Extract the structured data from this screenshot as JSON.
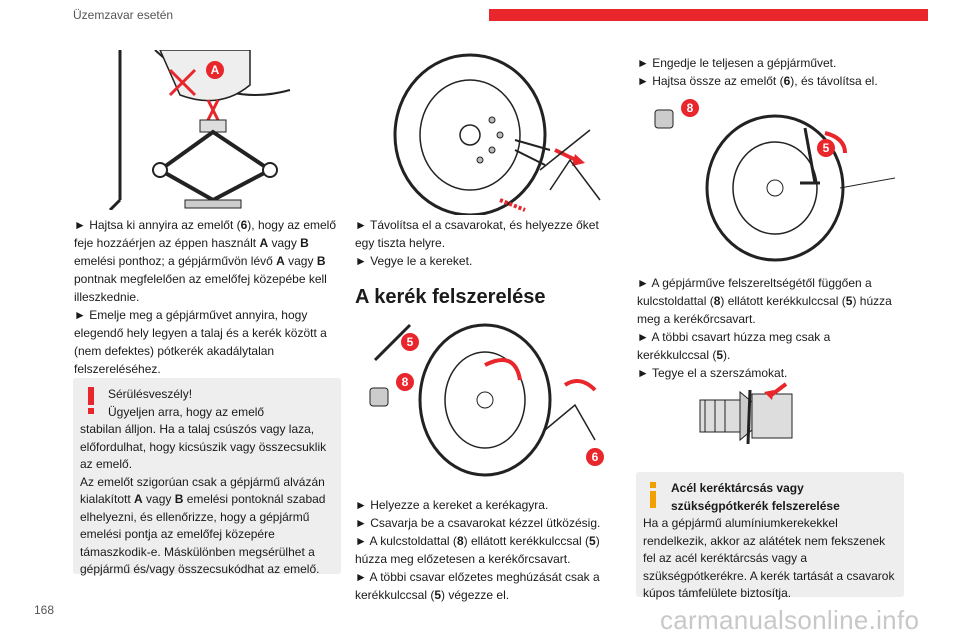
{
  "header": {
    "section_title": "Üzemzavar esetén",
    "accent_color": "#e8262b"
  },
  "page_number": "168",
  "col1": {
    "para": [
      "► Hajtsa ki annyira az emelőt (",
      "6",
      "), hogy az emelő feje hozzáérjen az éppen használt ",
      "A",
      " vagy ",
      "B",
      " emelési ponthoz; a gépjárművön lévő ",
      "A",
      " vagy ",
      "B",
      " pontnak megfelelően az emelőfej közepébe kell illeszkednie."
    ],
    "para2": "► Emelje meg a gépjárművet annyira, hogy elegendő hely legyen a talaj és a kerék között a (nem defektes) pótkerék akadálytalan felszereléséhez."
  },
  "warning_box": {
    "icon": "exclamation-icon",
    "title": "Sérülésveszély!",
    "line1": "Ügyeljen arra, hogy az emelő",
    "rest": "stabilan álljon. Ha a talaj csúszós vagy laza, előfordulhat, hogy kicsúszik vagy összecsuklik az emelő.",
    "para2": [
      "Az emelőt szigorúan csak a gépjármű alvázán kialakított ",
      "A",
      " vagy ",
      "B",
      " emelési pontoknál szabad elhelyezni, és ellenőrizze, hogy a gépjármű emelési pontja az emelőfej közepére támaszkodik-e. Máskülönben megsérülhet a gépjármű és/vagy összecsukódhat az emelő."
    ]
  },
  "col2": {
    "remove_bolts": "► Távolítsa el a csavarokat, és helyezze őket egy tiszta helyre.",
    "remove_wheel": "► Vegye le a kereket.",
    "heading": "A kerék felszerelése",
    "fit_wheel": "► Helyezze a kereket a kerékagyra.",
    "screw_bolts": "► Csavarja be a csavarokat kézzel ütközésig.",
    "pretighten": [
      "► A kulcstoldattal (",
      "8",
      ") ellátott kerékkulccsal (",
      "5",
      ") húzza meg előzetesen a kerékőrcsavart."
    ],
    "finish": [
      "► A többi csavar előzetes meghúzását csak a kerékkulccsal (",
      "5",
      ") végezze el."
    ]
  },
  "col3": {
    "lower": "► Engedje le teljesen a gépjárművet.",
    "fold": [
      "► Hajtsa össze az emelőt (",
      "6",
      "), és távolítsa el."
    ],
    "tighten_lock": [
      "► A gépjárműve felszereltségétől függően a kulcstoldattal (",
      "8",
      ") ellátott kerékkulccsal (",
      "5",
      ") húzza meg a kerékőrcsavart."
    ],
    "tighten_rest": [
      "► A többi csavart húzza meg csak a kerékkulccsal (",
      "5",
      ")."
    ],
    "store": "► Tegye el a szerszámokat."
  },
  "info_box": {
    "icon": "info-icon",
    "title_line1": "Acél keréktárcsás vagy",
    "title_line2": "szükségpótkerék felszerelése",
    "text": "Ha a gépjármű alumíniumkerekekkel rendelkezik, akkor az alátétek nem fekszenek fel az acél keréktárcsás vagy a szükségpótkerékre. A kerék tartását a csavarok kúpos támfelülete biztosítja."
  },
  "callouts": {
    "jack_point": "A",
    "wrench": "5",
    "adapter": "8",
    "jack": "6"
  },
  "watermark": "carmanualsonline.info"
}
